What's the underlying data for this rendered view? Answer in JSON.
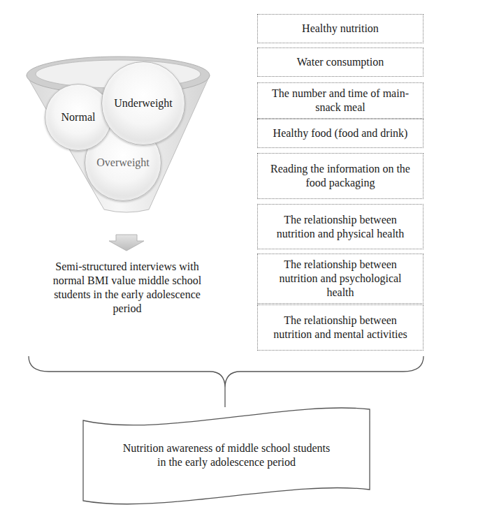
{
  "diagram": {
    "nodes": [
      {
        "text": [
          "Normal"
        ]
      },
      {
        "text": [
          "Underweight"
        ]
      },
      {
        "text": [
          "Overweight"
        ]
      },
      {
        "text": [
          "Healthy nutrition"
        ]
      },
      {
        "text": [
          "Water consumption"
        ]
      },
      {
        "text": [
          "The number and time of main-snack meal"
        ]
      },
      {
        "text": [
          "Healthy food (food and drink)"
        ]
      },
      {
        "text": [
          "Reading the information on the food packaging"
        ]
      },
      {
        "text": [
          "The relationship between nutrition and physical health"
        ]
      },
      {
        "text": [
          "The relationship between nutrition and psychological health"
        ]
      },
      {
        "text": [
          "The relationship between nutrition and mental activities"
        ]
      },
      {
        "text": [
          "Nutrition awareness of middle school students in the early adolescence period"
        ]
      }
    ],
    "labels": [
      "Semi-structured interviews with normal BMI value middle school students in the early adolescence period"
    ]
  }
}
